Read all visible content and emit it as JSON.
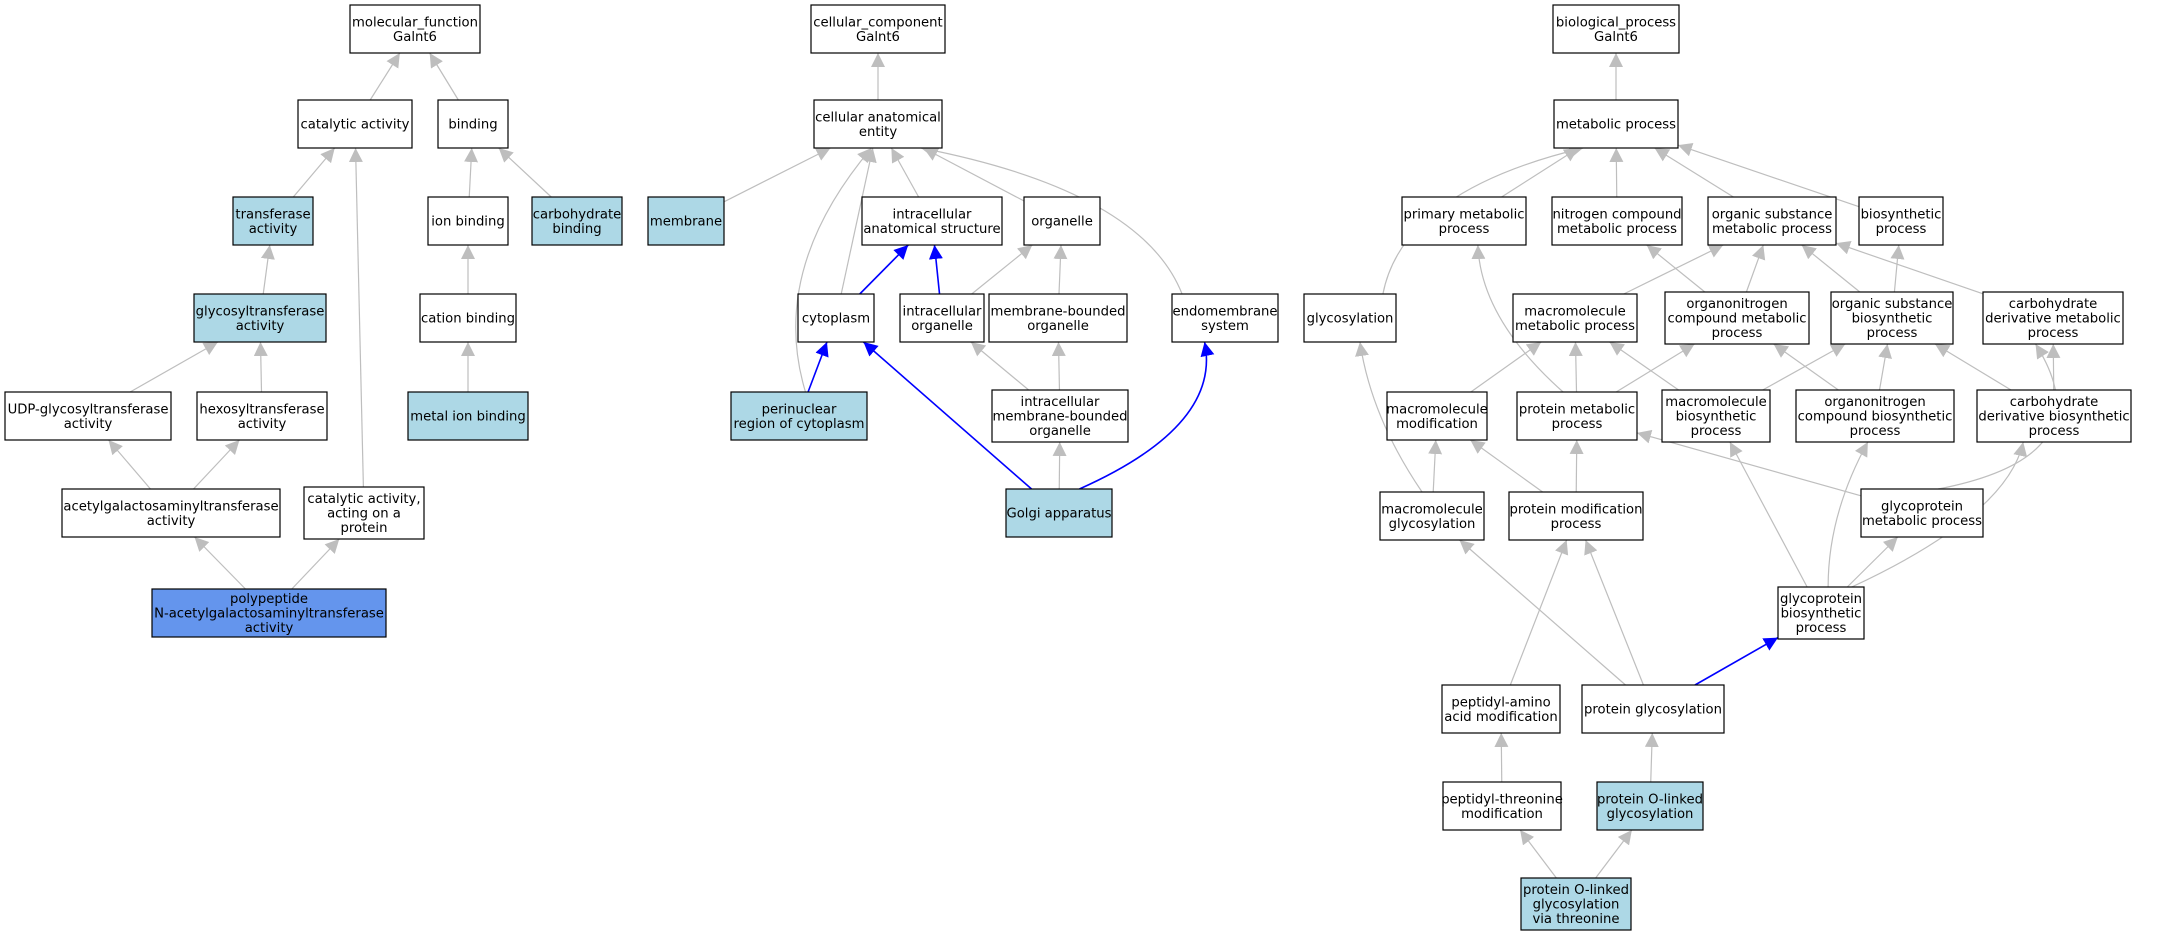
{
  "colors": {
    "default_fill": "#ffffff",
    "annotated_fill": "#add8e6",
    "query_fill": "#6495ed",
    "edge_gray": "#bebebe",
    "edge_blue": "#0000ff",
    "border": "#000000"
  },
  "nodes": [
    {
      "id": "mf",
      "lines": [
        "molecular_function",
        "Galnt6"
      ],
      "style": "default"
    },
    {
      "id": "catalytic",
      "lines": [
        "catalytic activity"
      ],
      "style": "default"
    },
    {
      "id": "binding",
      "lines": [
        "binding"
      ],
      "style": "default"
    },
    {
      "id": "transferase",
      "lines": [
        "transferase",
        "activity"
      ],
      "style": "annotated"
    },
    {
      "id": "ionbinding",
      "lines": [
        "ion binding"
      ],
      "style": "default"
    },
    {
      "id": "carbobinding",
      "lines": [
        "carbohydrate",
        "binding"
      ],
      "style": "annotated"
    },
    {
      "id": "glycosyltransferase",
      "lines": [
        "glycosyltransferase",
        "activity"
      ],
      "style": "annotated"
    },
    {
      "id": "cationbinding",
      "lines": [
        "cation binding"
      ],
      "style": "default"
    },
    {
      "id": "udp",
      "lines": [
        "UDP-glycosyltransferase",
        "activity"
      ],
      "style": "default"
    },
    {
      "id": "hexosyl",
      "lines": [
        "hexosyltransferase",
        "activity"
      ],
      "style": "default"
    },
    {
      "id": "metalion",
      "lines": [
        "metal ion binding"
      ],
      "style": "annotated"
    },
    {
      "id": "acetylgal",
      "lines": [
        "acetylgalactosaminyltransferase",
        "activity"
      ],
      "style": "default"
    },
    {
      "id": "catprotein",
      "lines": [
        "catalytic activity,",
        "acting on a",
        "protein"
      ],
      "style": "default"
    },
    {
      "id": "polypeptide",
      "lines": [
        "polypeptide",
        "N-acetylgalactosaminyltransferase",
        "activity"
      ],
      "style": "query"
    },
    {
      "id": "cc",
      "lines": [
        "cellular_component",
        "Galnt6"
      ],
      "style": "default"
    },
    {
      "id": "cae",
      "lines": [
        "cellular anatomical",
        "entity"
      ],
      "style": "default"
    },
    {
      "id": "membrane",
      "lines": [
        "membrane"
      ],
      "style": "annotated"
    },
    {
      "id": "ias",
      "lines": [
        "intracellular",
        "anatomical structure"
      ],
      "style": "default"
    },
    {
      "id": "organelle",
      "lines": [
        "organelle"
      ],
      "style": "default"
    },
    {
      "id": "cytoplasm",
      "lines": [
        "cytoplasm"
      ],
      "style": "default"
    },
    {
      "id": "intorg",
      "lines": [
        "intracellular",
        "organelle"
      ],
      "style": "default"
    },
    {
      "id": "mbo",
      "lines": [
        "membrane-bounded",
        "organelle"
      ],
      "style": "default"
    },
    {
      "id": "endomem",
      "lines": [
        "endomembrane",
        "system"
      ],
      "style": "default"
    },
    {
      "id": "perinuclear",
      "lines": [
        "perinuclear",
        "region of cytoplasm"
      ],
      "style": "annotated"
    },
    {
      "id": "imbo",
      "lines": [
        "intracellular",
        "membrane-bounded",
        "organelle"
      ],
      "style": "default"
    },
    {
      "id": "golgi",
      "lines": [
        "Golgi apparatus"
      ],
      "style": "annotated"
    },
    {
      "id": "bp",
      "lines": [
        "biological_process",
        "Galnt6"
      ],
      "style": "default"
    },
    {
      "id": "metproc",
      "lines": [
        "metabolic process"
      ],
      "style": "default"
    },
    {
      "id": "primmet",
      "lines": [
        "primary metabolic",
        "process"
      ],
      "style": "default"
    },
    {
      "id": "nitro",
      "lines": [
        "nitrogen compound",
        "metabolic process"
      ],
      "style": "default"
    },
    {
      "id": "orgsubmet",
      "lines": [
        "organic substance",
        "metabolic process"
      ],
      "style": "default"
    },
    {
      "id": "biosyn",
      "lines": [
        "biosynthetic",
        "process"
      ],
      "style": "default"
    },
    {
      "id": "glycosylation",
      "lines": [
        "glycosylation"
      ],
      "style": "default"
    },
    {
      "id": "macromet",
      "lines": [
        "macromolecule",
        "metabolic process"
      ],
      "style": "default"
    },
    {
      "id": "organonitmet",
      "lines": [
        "organonitrogen",
        "compound metabolic",
        "process"
      ],
      "style": "default"
    },
    {
      "id": "orgsubbio",
      "lines": [
        "organic substance",
        "biosynthetic",
        "process"
      ],
      "style": "default"
    },
    {
      "id": "carbmet",
      "lines": [
        "carbohydrate",
        "derivative metabolic",
        "process"
      ],
      "style": "default"
    },
    {
      "id": "macromod",
      "lines": [
        "macromolecule",
        "modification"
      ],
      "style": "default"
    },
    {
      "id": "protmet",
      "lines": [
        "protein metabolic",
        "process"
      ],
      "style": "default"
    },
    {
      "id": "macrobio",
      "lines": [
        "macromolecule",
        "biosynthetic",
        "process"
      ],
      "style": "default"
    },
    {
      "id": "organonitbio",
      "lines": [
        "organonitrogen",
        "compound biosynthetic",
        "process"
      ],
      "style": "default"
    },
    {
      "id": "carbbio",
      "lines": [
        "carbohydrate",
        "derivative biosynthetic",
        "process"
      ],
      "style": "default"
    },
    {
      "id": "macroglyc",
      "lines": [
        "macromolecule",
        "glycosylation"
      ],
      "style": "default"
    },
    {
      "id": "protmod",
      "lines": [
        "protein modification",
        "process"
      ],
      "style": "default"
    },
    {
      "id": "glycometab",
      "lines": [
        "glycoprotein",
        "metabolic process"
      ],
      "style": "default"
    },
    {
      "id": "glycobio",
      "lines": [
        "glycoprotein",
        "biosynthetic",
        "process"
      ],
      "style": "default"
    },
    {
      "id": "peptamino",
      "lines": [
        "peptidyl-amino",
        "acid modification"
      ],
      "style": "default"
    },
    {
      "id": "protglyc",
      "lines": [
        "protein glycosylation"
      ],
      "style": "default"
    },
    {
      "id": "peptthr",
      "lines": [
        "peptidyl-threonine",
        "modification"
      ],
      "style": "default"
    },
    {
      "id": "protolinked",
      "lines": [
        "protein O-linked",
        "glycosylation"
      ],
      "style": "annotated"
    },
    {
      "id": "protolinkedthr",
      "lines": [
        "protein O-linked",
        "glycosylation",
        "via threonine"
      ],
      "style": "annotated"
    }
  ],
  "edges": [
    {
      "from": "catalytic",
      "to": "mf",
      "color": "gray"
    },
    {
      "from": "binding",
      "to": "mf",
      "color": "gray"
    },
    {
      "from": "transferase",
      "to": "catalytic",
      "color": "gray"
    },
    {
      "from": "catprotein",
      "to": "catalytic",
      "color": "gray"
    },
    {
      "from": "ionbinding",
      "to": "binding",
      "color": "gray"
    },
    {
      "from": "carbobinding",
      "to": "binding",
      "color": "gray"
    },
    {
      "from": "glycosyltransferase",
      "to": "transferase",
      "color": "gray"
    },
    {
      "from": "cationbinding",
      "to": "ionbinding",
      "color": "gray"
    },
    {
      "from": "udp",
      "to": "glycosyltransferase",
      "color": "gray"
    },
    {
      "from": "hexosyl",
      "to": "glycosyltransferase",
      "color": "gray"
    },
    {
      "from": "metalion",
      "to": "cationbinding",
      "color": "gray"
    },
    {
      "from": "acetylgal",
      "to": "udp",
      "color": "gray"
    },
    {
      "from": "acetylgal",
      "to": "hexosyl",
      "color": "gray"
    },
    {
      "from": "polypeptide",
      "to": "acetylgal",
      "color": "gray"
    },
    {
      "from": "polypeptide",
      "to": "catprotein",
      "color": "gray"
    },
    {
      "from": "cae",
      "to": "cc",
      "color": "gray"
    },
    {
      "from": "membrane",
      "to": "cae",
      "color": "gray"
    },
    {
      "from": "ias",
      "to": "cae",
      "color": "gray"
    },
    {
      "from": "organelle",
      "to": "cae",
      "color": "gray"
    },
    {
      "from": "cytoplasm",
      "to": "cae",
      "color": "gray"
    },
    {
      "from": "perinuclear",
      "to": "cae",
      "color": "gray",
      "curve": true
    },
    {
      "from": "endomem",
      "to": "cae",
      "color": "gray",
      "curve": true
    },
    {
      "from": "cytoplasm",
      "to": "ias",
      "color": "blue"
    },
    {
      "from": "intorg",
      "to": "ias",
      "color": "blue"
    },
    {
      "from": "intorg",
      "to": "organelle",
      "color": "gray"
    },
    {
      "from": "mbo",
      "to": "organelle",
      "color": "gray"
    },
    {
      "from": "perinuclear",
      "to": "cytoplasm",
      "color": "blue"
    },
    {
      "from": "imbo",
      "to": "intorg",
      "color": "gray"
    },
    {
      "from": "imbo",
      "to": "mbo",
      "color": "gray"
    },
    {
      "from": "golgi",
      "to": "cytoplasm",
      "color": "blue"
    },
    {
      "from": "golgi",
      "to": "imbo",
      "color": "gray"
    },
    {
      "from": "golgi",
      "to": "endomem",
      "color": "blue",
      "curve": true
    },
    {
      "from": "metproc",
      "to": "bp",
      "color": "gray"
    },
    {
      "from": "primmet",
      "to": "metproc",
      "color": "gray"
    },
    {
      "from": "nitro",
      "to": "metproc",
      "color": "gray"
    },
    {
      "from": "orgsubmet",
      "to": "metproc",
      "color": "gray"
    },
    {
      "from": "biosyn",
      "to": "metproc",
      "color": "gray"
    },
    {
      "from": "glycosylation",
      "to": "metproc",
      "color": "gray",
      "curve": true
    },
    {
      "from": "macromet",
      "to": "orgsubmet",
      "color": "gray"
    },
    {
      "from": "organonitmet",
      "to": "orgsubmet",
      "color": "gray"
    },
    {
      "from": "organonitmet",
      "to": "nitro",
      "color": "gray"
    },
    {
      "from": "orgsubbio",
      "to": "orgsubmet",
      "color": "gray"
    },
    {
      "from": "orgsubbio",
      "to": "biosyn",
      "color": "gray"
    },
    {
      "from": "carbmet",
      "to": "orgsubmet",
      "color": "gray"
    },
    {
      "from": "macromod",
      "to": "macromet",
      "color": "gray"
    },
    {
      "from": "protmet",
      "to": "macromet",
      "color": "gray"
    },
    {
      "from": "protmet",
      "to": "organonitmet",
      "color": "gray"
    },
    {
      "from": "protmet",
      "to": "primmet",
      "color": "gray",
      "curve": true
    },
    {
      "from": "macrobio",
      "to": "macromet",
      "color": "gray"
    },
    {
      "from": "macrobio",
      "to": "orgsubbio",
      "color": "gray"
    },
    {
      "from": "organonitbio",
      "to": "organonitmet",
      "color": "gray"
    },
    {
      "from": "organonitbio",
      "to": "orgsubbio",
      "color": "gray"
    },
    {
      "from": "carbbio",
      "to": "carbmet",
      "color": "gray"
    },
    {
      "from": "carbbio",
      "to": "orgsubbio",
      "color": "gray"
    },
    {
      "from": "macroglyc",
      "to": "macromod",
      "color": "gray"
    },
    {
      "from": "macroglyc",
      "to": "glycosylation",
      "color": "gray",
      "curve": true
    },
    {
      "from": "protmod",
      "to": "macromod",
      "color": "gray"
    },
    {
      "from": "protmod",
      "to": "protmet",
      "color": "gray"
    },
    {
      "from": "glycometab",
      "to": "protmet",
      "color": "gray"
    },
    {
      "from": "glycometab",
      "to": "carbmet",
      "color": "gray",
      "curve": true
    },
    {
      "from": "glycobio",
      "to": "glycometab",
      "color": "gray"
    },
    {
      "from": "glycobio",
      "to": "macrobio",
      "color": "gray"
    },
    {
      "from": "glycobio",
      "to": "organonitbio",
      "color": "gray",
      "curve": true
    },
    {
      "from": "glycobio",
      "to": "carbbio",
      "color": "gray",
      "curve": true
    },
    {
      "from": "peptamino",
      "to": "protmod",
      "color": "gray"
    },
    {
      "from": "protglyc",
      "to": "protmod",
      "color": "gray"
    },
    {
      "from": "protglyc",
      "to": "macroglyc",
      "color": "gray"
    },
    {
      "from": "protglyc",
      "to": "glycobio",
      "color": "blue"
    },
    {
      "from": "peptthr",
      "to": "peptamino",
      "color": "gray"
    },
    {
      "from": "protolinked",
      "to": "protglyc",
      "color": "gray"
    },
    {
      "from": "protolinkedthr",
      "to": "peptthr",
      "color": "gray"
    },
    {
      "from": "protolinkedthr",
      "to": "protolinked",
      "color": "gray"
    }
  ]
}
